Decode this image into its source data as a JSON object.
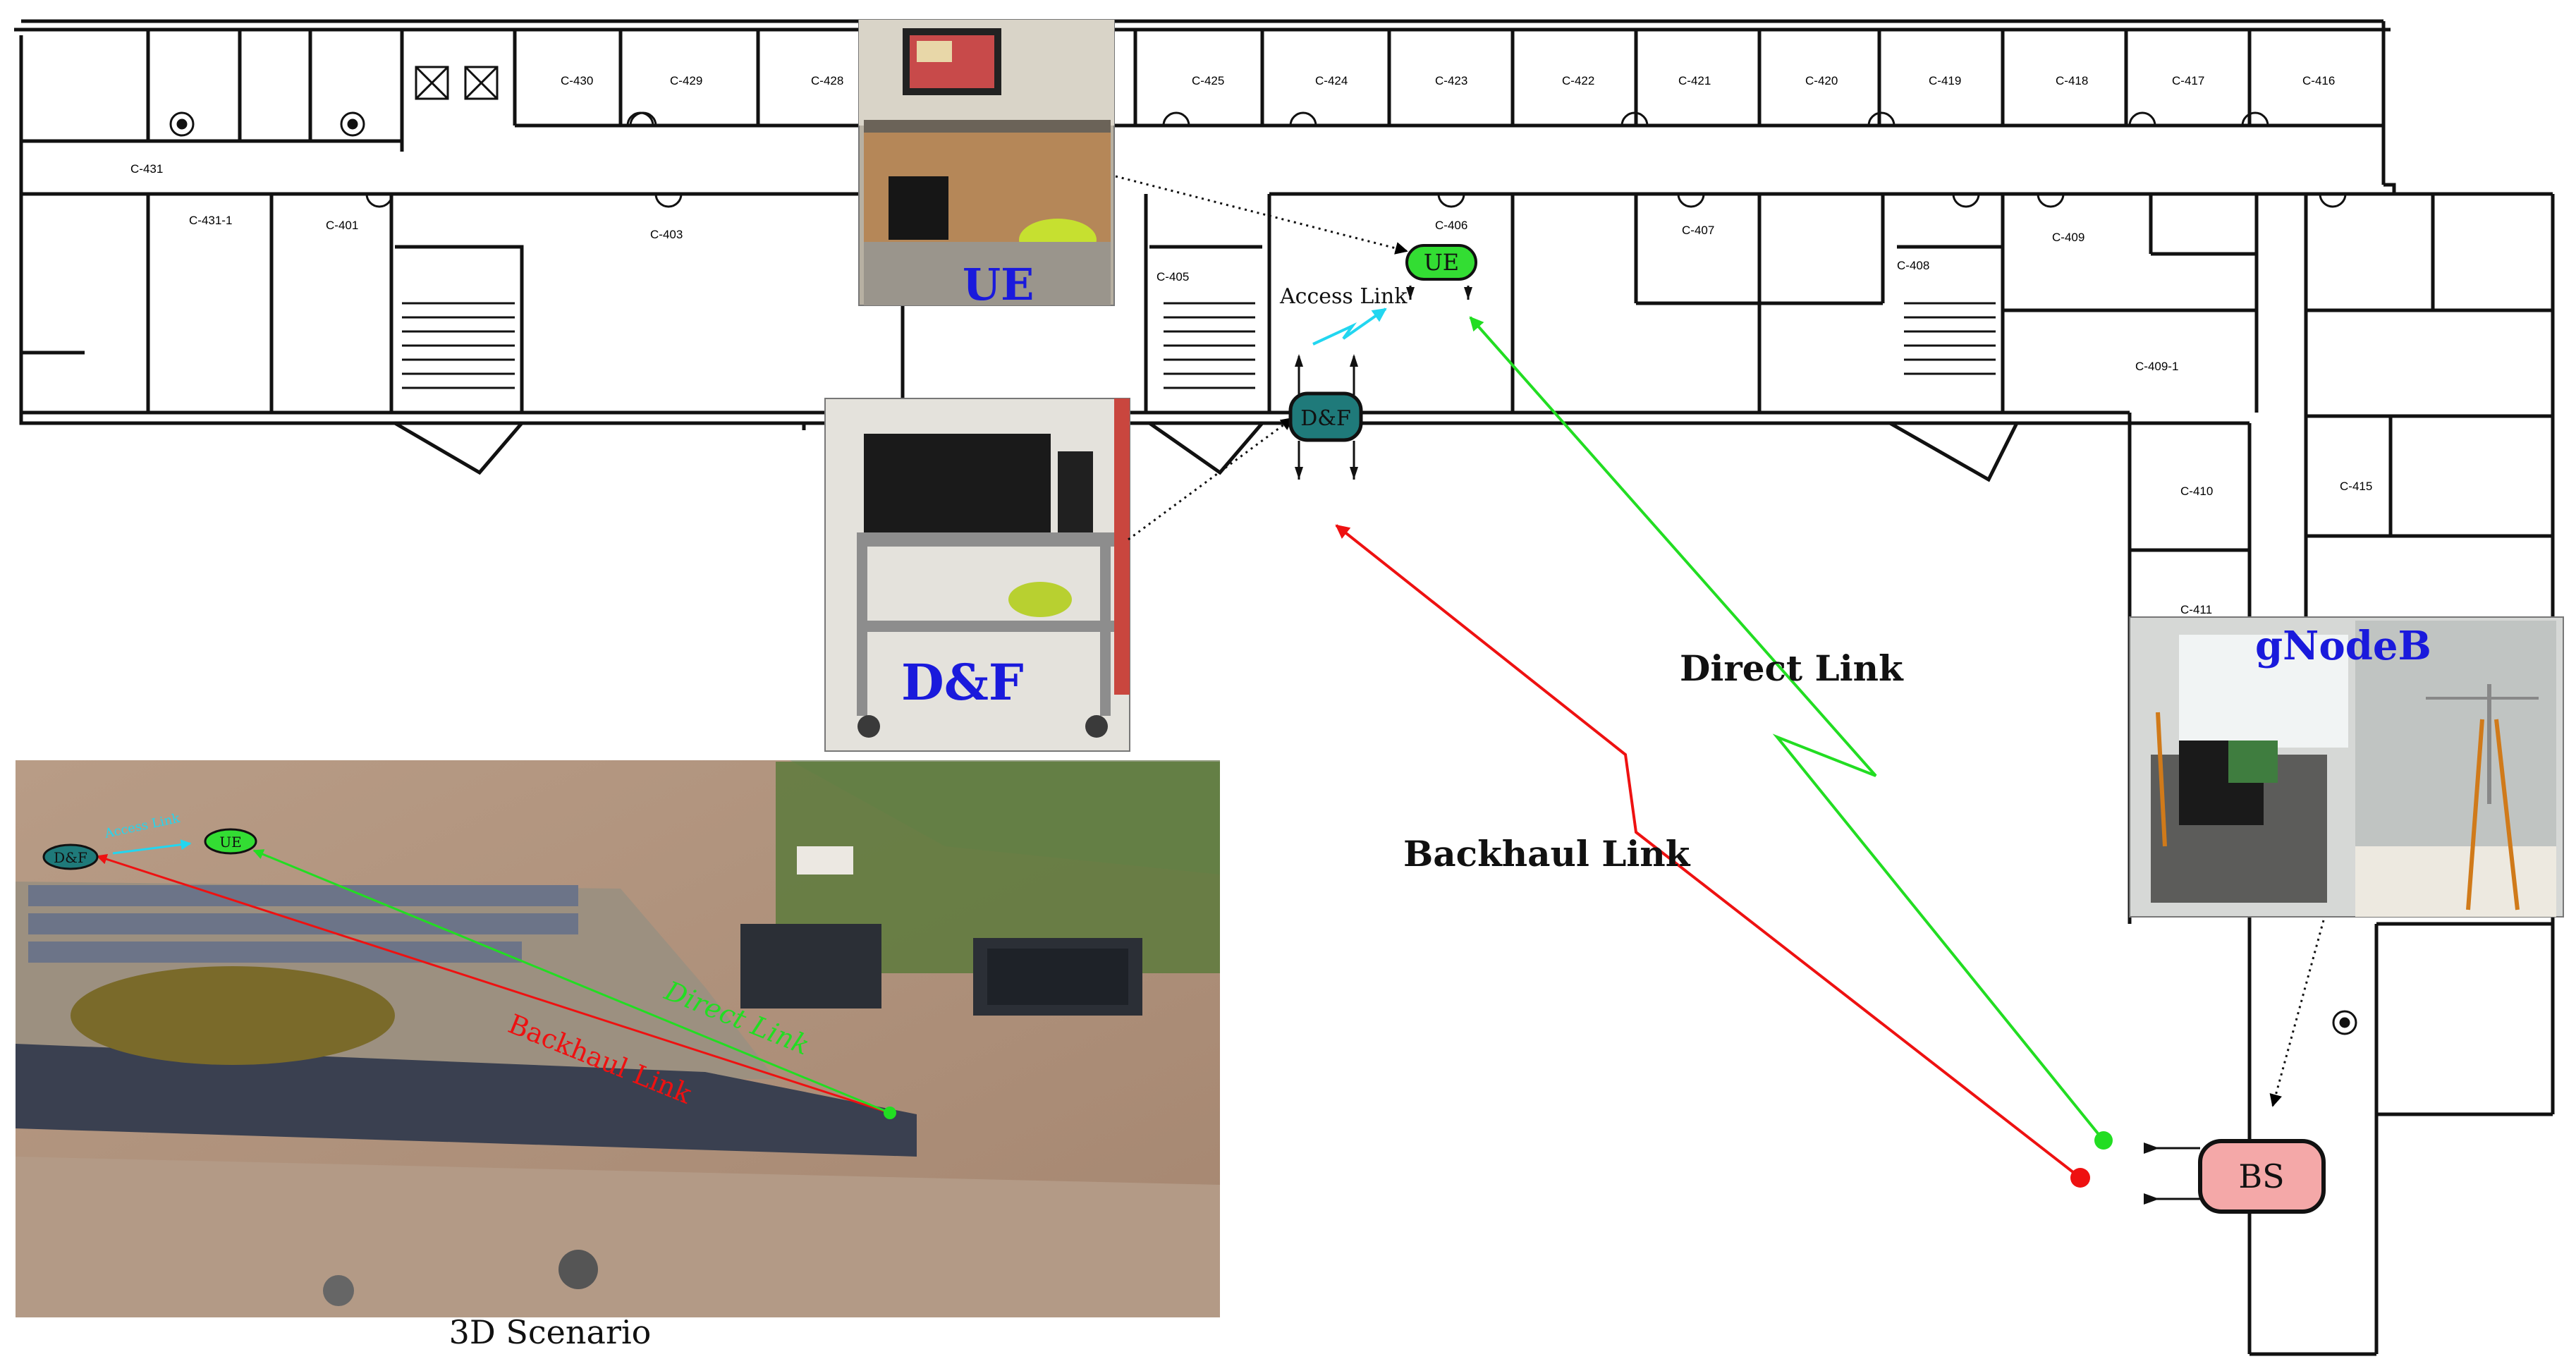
{
  "rooms": {
    "c430": "C-430",
    "c429": "C-429",
    "c428": "C-428",
    "c425": "C-425",
    "c424": "C-424",
    "c423": "C-423",
    "c422": "C-422",
    "c421": "C-421",
    "c420": "C-420",
    "c419": "C-419",
    "c418": "C-418",
    "c417": "C-417",
    "c416": "C-416",
    "c431": "C-431",
    "c4311": "C-431-1",
    "c401": "C-401",
    "c403": "C-403",
    "c405": "C-405",
    "c406": "C-406",
    "c407": "C-407",
    "c408": "C-408",
    "c409": "C-409",
    "c4091": "C-409-1",
    "c410": "C-410",
    "c415": "C-415",
    "c411": "C-411"
  },
  "nodes": {
    "ue": "UE",
    "df": "D&F",
    "bs": "BS"
  },
  "links": {
    "access": "Access Link",
    "direct": "Direct Link",
    "backhaul": "Backhaul Link"
  },
  "photos": {
    "ue": "UE",
    "df": "D&F",
    "gnodeb": "gNodeB"
  },
  "scenario": {
    "caption": "3D Scenario",
    "df": "D&F",
    "ue": "UE",
    "access": "Access Link",
    "direct": "Direct Link",
    "backhaul": "Backhaul Link"
  },
  "colors": {
    "direct": "#22dd22",
    "backhaul": "#ee1111",
    "access": "#22d6f0",
    "ue_fill": "#33dd33",
    "df_fill": "#1f7a7a",
    "bs_fill": "#f4a8a8",
    "label_blue": "#1a1adc"
  }
}
